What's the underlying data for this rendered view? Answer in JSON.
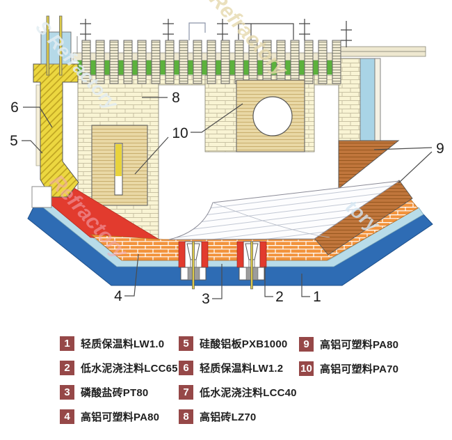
{
  "diagram": {
    "callouts": {
      "n1": "1",
      "n2": "2",
      "n3": "3",
      "n4": "4",
      "n5": "5",
      "n6": "6",
      "n8": "8",
      "n9": "9",
      "n10": "10"
    },
    "watermarks": [
      {
        "text": "S Refractory"
      },
      {
        "text": "Refractory"
      },
      {
        "text": "Refractory"
      },
      {
        "text": "tory"
      }
    ],
    "colors": {
      "roof_insulation_green": "#5cb23c",
      "cream_brick": "#f9f4d4",
      "orange_brick": "#f2933c",
      "tan_plastic_block": "#e9d8a5",
      "yellow_insulation": "#ecd740",
      "red_castable": "#e23b2e",
      "light_blue_layer": "#b8dce9",
      "dark_blue_layer": "#2e6cb4",
      "brown_plastic": "#c0763c"
    }
  },
  "legend": {
    "badge_color": "#964848",
    "items": [
      {
        "num": "1",
        "text": "轻质保温料LW1.0"
      },
      {
        "num": "2",
        "text": "低水泥浇注料LCC65"
      },
      {
        "num": "3",
        "text": "磷酸盐砖PT80"
      },
      {
        "num": "4",
        "text": "高铝可塑料PA80"
      },
      {
        "num": "5",
        "text": "硅酸铝板PXB1000"
      },
      {
        "num": "6",
        "text": "轻质保温料LW1.2"
      },
      {
        "num": "7",
        "text": "低水泥浇注料LCC40"
      },
      {
        "num": "8",
        "text": "高铝砖LZ70"
      },
      {
        "num": "9",
        "text": "高铝可塑料PA80"
      },
      {
        "num": "10",
        "text": "高铝可塑料PA70"
      }
    ]
  }
}
